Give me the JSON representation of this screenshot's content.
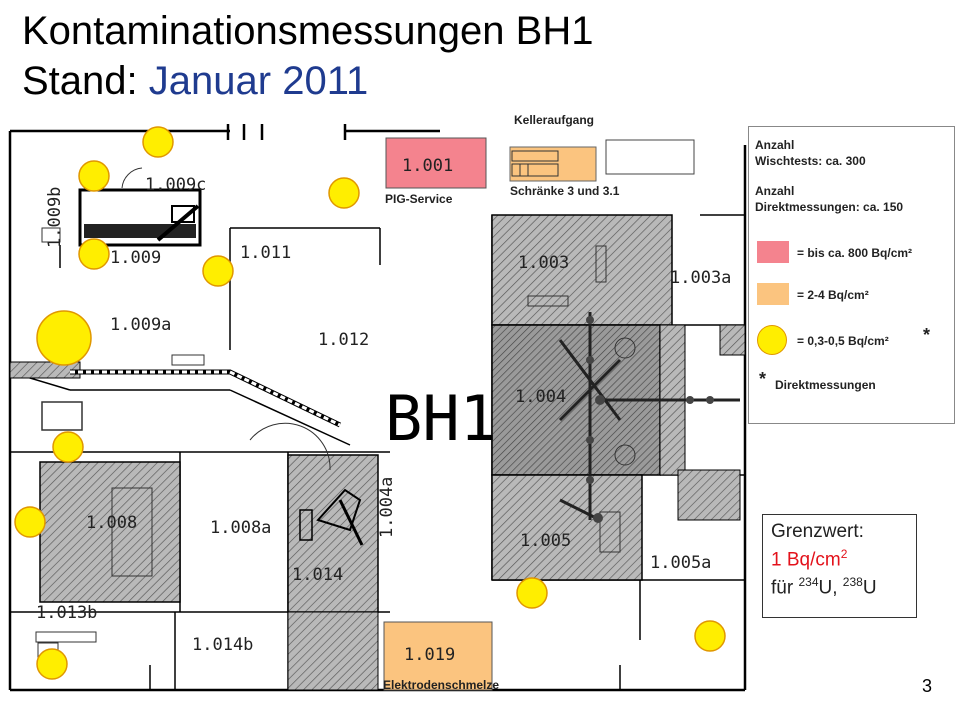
{
  "title": {
    "line1": "Kontaminationsmessungen BH1",
    "line2_prefix": "Stand:",
    "line2_date": "Januar 2011"
  },
  "labels": {
    "kelleraufgang": "Kelleraufgang",
    "pig_service": "PIG-Service",
    "schraenke": "Schränke 3 und 3.1",
    "elektrodenschmelze": "Elektrodenschmelze",
    "building": "BH1"
  },
  "rooms": [
    {
      "id": "1.001"
    },
    {
      "id": "1.009c"
    },
    {
      "id": "1.009b"
    },
    {
      "id": "1.009"
    },
    {
      "id": "1.011"
    },
    {
      "id": "1.009a"
    },
    {
      "id": "1.012"
    },
    {
      "id": "1.003"
    },
    {
      "id": "1.003a"
    },
    {
      "id": "1.004"
    },
    {
      "id": "1.008"
    },
    {
      "id": "1.008a"
    },
    {
      "id": "1.004a"
    },
    {
      "id": "1.005"
    },
    {
      "id": "1.005a"
    },
    {
      "id": "1.014"
    },
    {
      "id": "1.013b"
    },
    {
      "id": "1.014b"
    },
    {
      "id": "1.019"
    }
  ],
  "legend": {
    "wischtests": [
      "Anzahl",
      "Wischtests: ca. 300"
    ],
    "direkt": [
      "Anzahl",
      "Direktmessungen: ca. 150"
    ],
    "red_label": "= bis ca. 800 Bq/cm²",
    "orange_label": "= 2-4 Bq/cm²",
    "yellow_label": "= 0,3-0,5 Bq/cm²",
    "asterisk": "*",
    "footnote": "Direktmessungen"
  },
  "limit": {
    "heading": "Grenzwert:",
    "value": "1 Bq/cm",
    "value_sup": "2",
    "prefix": "für",
    "iso1_sup": "234",
    "iso1": "U,",
    "iso2_sup": "238",
    "iso2": "U"
  },
  "colors": {
    "red_zone": "#f4838e",
    "orange_zone": "#fbc47f",
    "yellow_marker": "#ffee00",
    "title_date": "#1f3b8f",
    "limit_value": "#e3121b"
  },
  "page_number": "3"
}
